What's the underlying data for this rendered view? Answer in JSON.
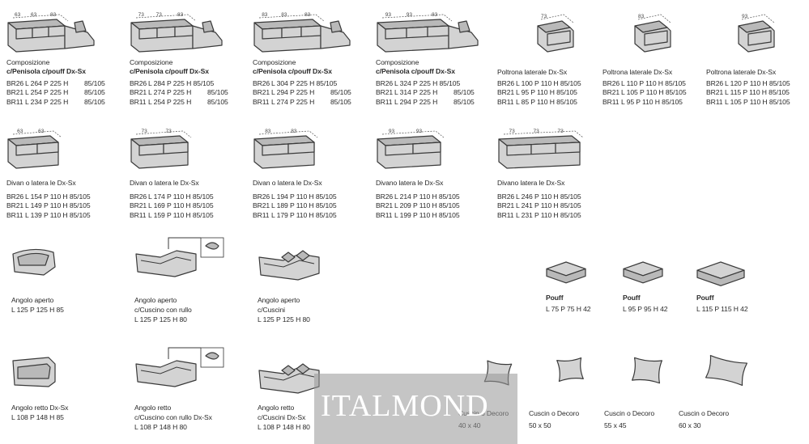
{
  "brand": {
    "watermark": "ITALMOND"
  },
  "row1": [
    {
      "title": "Composizione",
      "subtitle": "c/Penisola c/pouff Dx-Sx",
      "dims": [
        "63",
        "63",
        "83"
      ],
      "specs": [
        [
          "BR26",
          "L 264 P 225 H",
          "85/105"
        ],
        [
          "BR21",
          "L 254 P 225 H",
          "85/105"
        ],
        [
          "BR11",
          "L 234 P 225 H",
          "85/105"
        ]
      ]
    },
    {
      "title": "Composizione",
      "subtitle": "c/Penisola c/pouff Dx-Sx",
      "dims": [
        "73",
        "73",
        "83"
      ],
      "specs": [
        [
          "BR26",
          "L 284 P 225 H 85/105",
          ""
        ],
        [
          "BR21",
          "L 274 P 225 H",
          "85/105"
        ],
        [
          "BR11",
          "L 254 P 225 H",
          "85/105"
        ]
      ]
    },
    {
      "title": "Composizione",
      "subtitle": "c/Penisola c/pouff Dx-Sx",
      "dims": [
        "83",
        "83",
        "83"
      ],
      "specs": [
        [
          "BR26",
          "L 304 P 225 H 85/105",
          ""
        ],
        [
          "BR21",
          "L 294 P 225 H",
          "85/105"
        ],
        [
          "BR11",
          "L 274 P 225 H",
          "85/105"
        ]
      ]
    },
    {
      "title": "Composizione",
      "subtitle": "c/Penisola c/pouff Dx-Sx",
      "dims": [
        "93",
        "93",
        "83"
      ],
      "specs": [
        [
          "BR26",
          "L 324 P 225 H 85/105",
          ""
        ],
        [
          "BR21",
          "L 314 P 225 H",
          "85/105"
        ],
        [
          "BR11",
          "L 294 P 225 H",
          "85/105"
        ]
      ]
    },
    {
      "title": "Poltrona laterale Dx-Sx",
      "dims": [
        "73"
      ],
      "specs": [
        [
          "BR26",
          "L 100 P 110 H 85/105",
          ""
        ],
        [
          "BR21",
          "L 95 P 110 H 85/105",
          ""
        ],
        [
          "BR11",
          "L 85 P 110 H 85/105",
          ""
        ]
      ]
    },
    {
      "title": "Poltrona laterale Dx-Sx",
      "dims": [
        "83"
      ],
      "specs": [
        [
          "BR26",
          "L 110 P 110 H 85/105",
          ""
        ],
        [
          "BR21",
          "L 105 P 110 H 85/105",
          ""
        ],
        [
          "BR11",
          "L 95 P 110 H 85/105",
          ""
        ]
      ]
    },
    {
      "title": "Poltrona laterale Dx-Sx",
      "dims": [
        "93"
      ],
      "specs": [
        [
          "BR26",
          "L 120 P 110 H 85/105",
          ""
        ],
        [
          "BR21",
          "L 115 P 110 H 85/105",
          ""
        ],
        [
          "BR11",
          "L 105 P 110 H 85/105",
          ""
        ]
      ]
    }
  ],
  "row2": [
    {
      "title": "Divan o latera le Dx-Sx",
      "dims": [
        "63",
        "63"
      ],
      "specs": [
        [
          "BR26",
          "L 154 P 110 H 85/105"
        ],
        [
          "BR21",
          "L 149 P 110 H 85/105"
        ],
        [
          "BR11",
          "L 139 P 110 H 85/105"
        ]
      ]
    },
    {
      "title": "Divan o latera  le Dx-Sx",
      "dims": [
        "73",
        "73"
      ],
      "specs": [
        [
          "BR26",
          "L 174 P 110 H 85/105"
        ],
        [
          "BR21",
          "L 169 P 110 H 85/105"
        ],
        [
          "BR11",
          "L 159 P 110 H 85/105"
        ]
      ]
    },
    {
      "title": "Divan o latera  le Dx-Sx",
      "dims": [
        "83",
        "83"
      ],
      "specs": [
        [
          "BR26",
          "L 194 P 110 H 85/105"
        ],
        [
          "BR21",
          "L 189 P 110 H 85/105"
        ],
        [
          "BR11",
          "L 179 P 110 H 85/105"
        ]
      ]
    },
    {
      "title": "Divano  latera  le Dx-Sx",
      "dims": [
        "93",
        "93"
      ],
      "specs": [
        [
          "BR26",
          "L 214 P 110 H 85/105"
        ],
        [
          "BR21",
          "L 209 P 110 H 85/105"
        ],
        [
          "BR11",
          "L 199 P 110 H 85/105"
        ]
      ]
    },
    {
      "title": "Divano  latera  le Dx-Sx",
      "dims": [
        "73",
        "73",
        "73"
      ],
      "specs": [
        [
          "BR26",
          "L 246 P 110 H 85/105"
        ],
        [
          "BR21",
          "L 241 P 110 H 85/105"
        ],
        [
          "BR11",
          "L 231 P 110 H 85/105"
        ]
      ]
    }
  ],
  "corners": [
    {
      "title": "Angolo aperto",
      "lines": [
        "L 125 P 125 H 85"
      ]
    },
    {
      "title": "Angolo aperto",
      "lines": [
        "c/Cuscino con rullo",
        "L 125 P 125 H 80"
      ]
    },
    {
      "title": "Angolo aperto",
      "lines": [
        "c/Cuscini",
        "L 125 P 125 H 80"
      ]
    },
    {
      "title": "Angolo retto Dx-Sx",
      "lines": [
        "L 108 P 148 H 85"
      ]
    },
    {
      "title": "Angolo retto",
      "lines": [
        "c/Cuscino con rullo Dx-Sx",
        "L 108 P 148 H 80"
      ]
    },
    {
      "title": "Angolo retto",
      "lines": [
        "c/Cuscini Dx-Sx",
        "L 108 P 148 H 80"
      ]
    }
  ],
  "pouffs": [
    {
      "title": "Pouff",
      "size": "L 75 P 75 H 42"
    },
    {
      "title": "Pouff",
      "size": "L 95 P 95 H 42"
    },
    {
      "title": "Pouff",
      "size": "L 115 P 115 H 42"
    }
  ],
  "cushions": [
    {
      "title": "Cuscin  o Decoro",
      "size": "40 x 40"
    },
    {
      "title": "Cuscin  o Decoro",
      "size": "50 x 50"
    },
    {
      "title": "Cuscin  o Decoro",
      "size": "55 x 45"
    },
    {
      "title": "Cuscin  o Decoro",
      "size": "60 x 30"
    }
  ]
}
